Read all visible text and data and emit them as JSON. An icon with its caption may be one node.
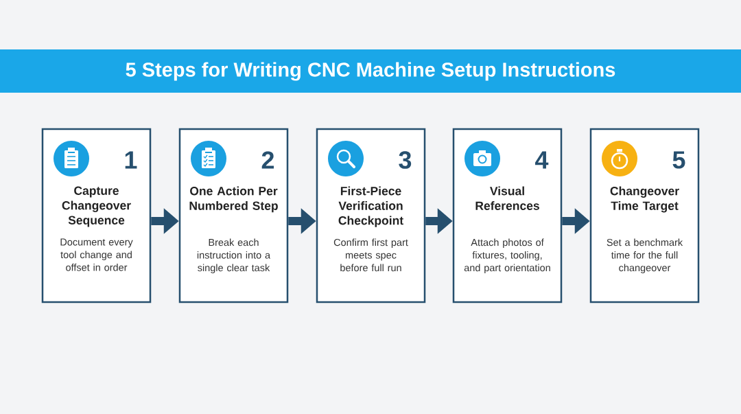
{
  "diagram": {
    "title": "5 Steps for Writing CNC Machine Setup Instructions",
    "nodes": [
      {
        "text": [
          "1",
          "Capture Changeover Sequence",
          "Document every tool change and offset in order"
        ]
      },
      {
        "text": [
          "2",
          "One Action Per Numbered Step",
          "Break each instruction into a single clear task"
        ]
      },
      {
        "text": [
          "3",
          "First-Piece Verification Checkpoint",
          "Confirm first part meets spec before full run"
        ]
      },
      {
        "text": [
          "4",
          "Visual References",
          "Attach photos of fixtures, tooling, and part orientation"
        ]
      },
      {
        "text": [
          "5",
          "Changeover Time Target",
          "Set a benchmark time for the full changeover"
        ]
      }
    ],
    "edges": [
      {
        "from": 0,
        "to": 1,
        "arrow": "to"
      },
      {
        "from": 1,
        "to": 2,
        "arrow": "to"
      },
      {
        "from": 2,
        "to": 3,
        "arrow": "to"
      },
      {
        "from": 3,
        "to": 4,
        "arrow": "to"
      }
    ]
  }
}
